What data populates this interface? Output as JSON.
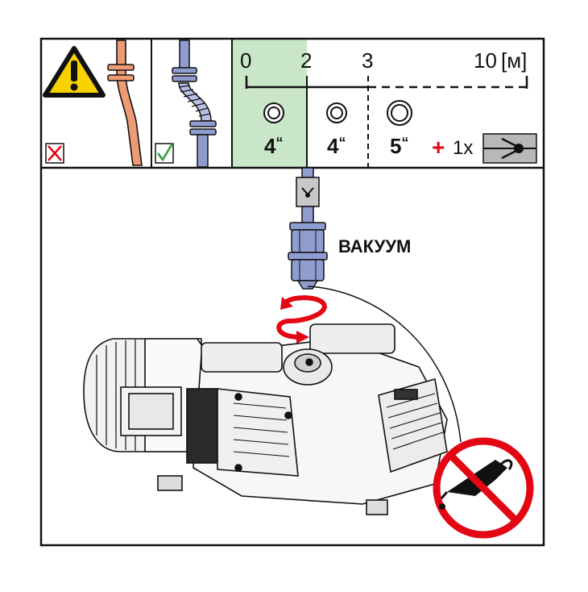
{
  "scale": {
    "ticks": [
      "0",
      "2",
      "3",
      "10"
    ],
    "unit": "[м]"
  },
  "pipe_sizes": [
    {
      "label": "4",
      "mark": "“"
    },
    {
      "label": "4",
      "mark": "“"
    },
    {
      "label": "5",
      "mark": "“"
    }
  ],
  "extra": {
    "plus": "+",
    "quantity": "1x"
  },
  "vacuum_label": "ВАКУУМ",
  "colors": {
    "warning_yellow": "#f7d200",
    "highlight_green": "#c9e6c9",
    "pipe_copper": "#ee9a75",
    "hose_blue": "#8f9cd0",
    "arrow_red": "#e30613",
    "check_green": "#2e9b3a",
    "prohibition_red": "#e30613",
    "valve_gray": "#b8b8b8"
  },
  "icons": [
    "warning-icon",
    "wrong-cross-icon",
    "correct-check-icon",
    "check-valve-icon",
    "rotation-arrow-icon",
    "no-oil-icon"
  ]
}
